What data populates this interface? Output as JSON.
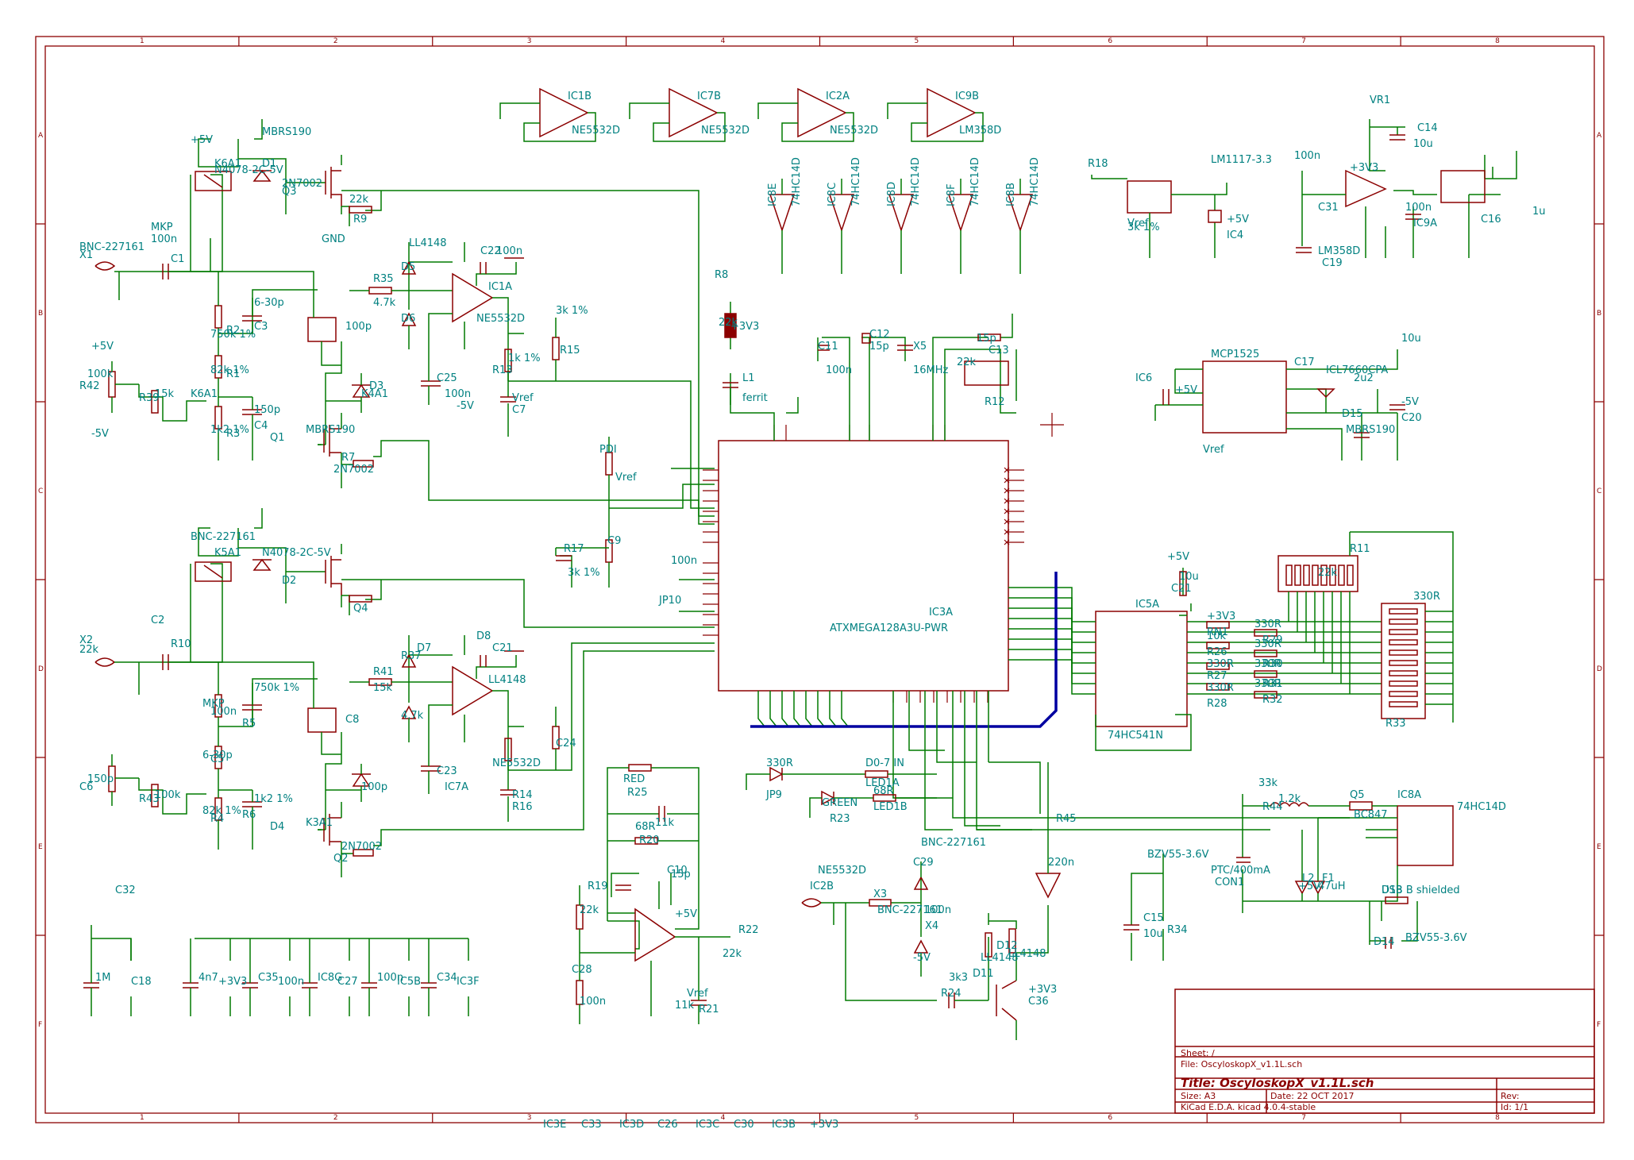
{
  "grid": {
    "columns": [
      "1",
      "2",
      "3",
      "4",
      "5",
      "6",
      "7",
      "8"
    ],
    "rows": [
      "A",
      "B",
      "C",
      "D",
      "E",
      "F"
    ]
  },
  "title_block": {
    "sheet": "Sheet: /",
    "file": "File: OscyloskopX_v1.1L.sch",
    "title": "Title: OscyloskopX_v1.1L.sch",
    "size": "Size: A3",
    "date": "Date: 22 OCT 2017",
    "rev": "Rev:",
    "kicad": "KiCad E.D.A.  kicad 4.0.4-stable",
    "id": "Id: 1/1"
  },
  "mcu": {
    "name": "IC3A",
    "value": "ATXMEGA128A3U-PWR"
  },
  "buffer": {
    "name": "IC5A",
    "value": "74HC541N"
  },
  "gates": [
    {
      "name": "IC8E",
      "value": "74HC14D"
    },
    {
      "name": "IC8C",
      "value": "74HC14D"
    },
    {
      "name": "IC8D",
      "value": "74HC14D"
    },
    {
      "name": "IC8F",
      "value": "74HC14D"
    },
    {
      "name": "IC8B",
      "value": "74HC14D"
    }
  ],
  "spare_opamps": [
    {
      "name": "IC1B",
      "value": "NE5532D"
    },
    {
      "name": "IC7B",
      "value": "NE5532D"
    },
    {
      "name": "IC2A",
      "value": "NE5532D"
    },
    {
      "name": "IC9B",
      "value": "LM358D"
    }
  ],
  "labels": [
    "BNC-227161",
    "X1",
    "+5V",
    "K6A1",
    "N4078-2C-5V",
    "MBRS190",
    "D1",
    "Q3",
    "2N7002",
    "22k",
    "R9",
    "GND",
    "100n",
    "C1",
    "MKP",
    "750k 1%",
    "R2",
    "6-30p",
    "C3",
    "82k 1%",
    "R1",
    "1k2 1%",
    "R3",
    "150p",
    "C4",
    "+5V",
    "R42",
    "100k",
    "-5V",
    "R39",
    "15k",
    "K6A1",
    "R35",
    "4.7k",
    "D5",
    "LL4148",
    "D6",
    "C22",
    "100n",
    "IC1A",
    "NE5532D",
    "C25",
    "100n",
    "-5V",
    "R13",
    "1k 1%",
    "R15",
    "3k 1%",
    "Vref",
    "C7",
    "100p",
    "K4A1",
    "D3",
    "MBRS190",
    "Q1",
    "2N7002",
    "R7",
    "22k",
    "X2",
    "BNC-227161",
    "K5A1",
    "N4078-2C-5V",
    "D2",
    "Q4",
    "R10",
    "C2",
    "100n",
    "MKP",
    "R5",
    "750k 1%",
    "C5",
    "6-30p",
    "R4",
    "82k 1%",
    "R6",
    "1k2 1%",
    "C6",
    "150p",
    "R43",
    "100k",
    "R41",
    "15k",
    "R37",
    "4.7k",
    "D7",
    "D8",
    "LL4148",
    "C21",
    "C23",
    "IC7A",
    "NE5532D",
    "C24",
    "R14",
    "R16",
    "C8",
    "100p",
    "K3A1",
    "D4",
    "Q2",
    "2N7002",
    "R8",
    "22k",
    "+3V3",
    "L1",
    "ferrit",
    "C11",
    "100n",
    "C12",
    "15p",
    "X5",
    "16MHz",
    "C13",
    "15p",
    "R12",
    "22k",
    "JP10",
    "PDI",
    "Vref",
    "R17",
    "3k 1%",
    "C9",
    "100n",
    "R18",
    "3k 1%",
    "Vref",
    "+5V",
    "IC4",
    "LM1117-3.3",
    "C14",
    "10u",
    "+3V3",
    "C31",
    "100n",
    "IC9A",
    "LM358D",
    "C19",
    "1u",
    "C16",
    "100n",
    "VR1",
    "MCP1525",
    "Vref",
    "+5V",
    "IC6",
    "ICL7660CPA",
    "C17",
    "10u",
    "D15",
    "MBRS190",
    "-5V",
    "C20",
    "2u2",
    "C21",
    "10u",
    "+5V",
    "R11",
    "22k",
    "+3V3",
    "RN1",
    "10k",
    "R26",
    "330R",
    "R27",
    "330R",
    "R28",
    "330R",
    "R29",
    "330R",
    "R30",
    "330R",
    "R31",
    "330R",
    "R32",
    "330R",
    "R33",
    "330R",
    "JP9",
    "D0-7 IN",
    "LED1A",
    "GREEN",
    "R23",
    "68R",
    "LED1B",
    "RED",
    "R25",
    "68R",
    "R20",
    "11k",
    "C10",
    "15p",
    "R19",
    "22k",
    "C28",
    "100n",
    "+5V",
    "R22",
    "22k",
    "Vref",
    "R21",
    "11k",
    "IC2B",
    "NE5532D",
    "X3",
    "BNC-227161",
    "C29",
    "100n",
    "-5V",
    "X4",
    "BNC-227161",
    "R24",
    "3k3",
    "D11",
    "LL4148",
    "D12",
    "LL4148",
    "+3V3",
    "C36",
    "220n",
    "R45",
    "33k",
    "R44",
    "1.2k",
    "Q5",
    "BC847",
    "IC8A",
    "74HC14D",
    "+5V",
    "L2",
    "47uH",
    "F1",
    "PTC/400mA",
    "CON1",
    "USB B shielded",
    "D13",
    "BZV55-3.6V",
    "D14",
    "BZV55-3.6V",
    "C15",
    "10u",
    "R34",
    "1M",
    "C18",
    "4n7",
    "+3V3",
    "C35",
    "100n",
    "IC8G",
    "C27",
    "100n",
    "IC5B",
    "C34",
    "IC3F",
    "C32",
    "IC3E",
    "C33",
    "IC3D",
    "C26",
    "IC3C",
    "C30",
    "IC3B",
    "+3V3"
  ]
}
